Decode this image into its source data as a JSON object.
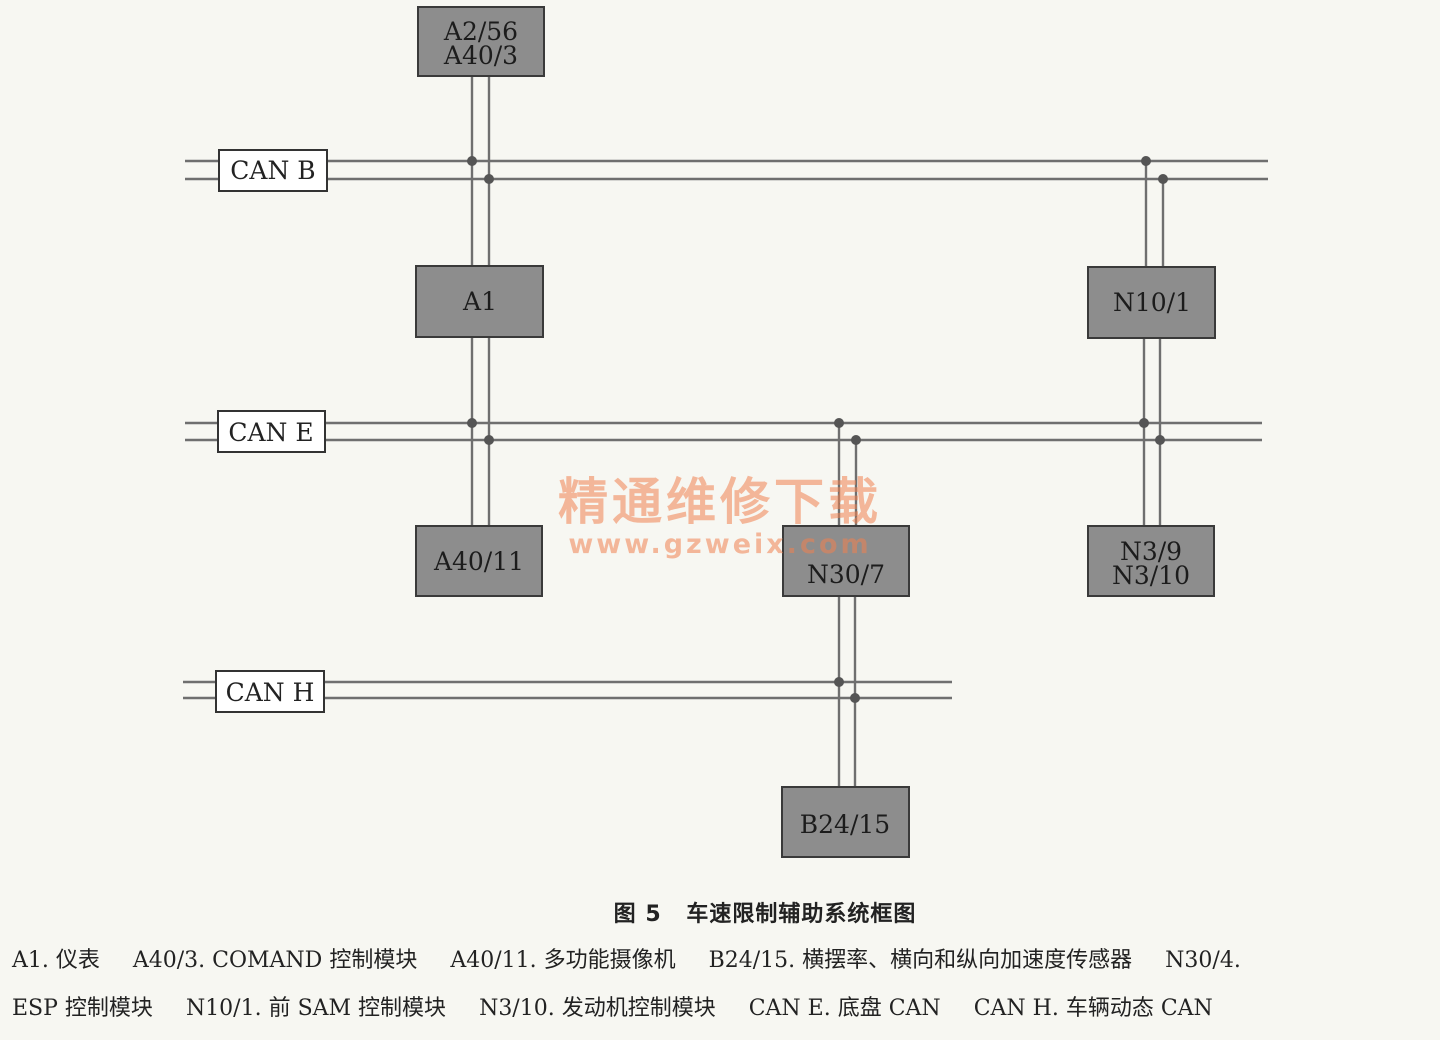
{
  "modules": [
    {
      "id": "a2-56",
      "lines": [
        "A2/56",
        "A40/3"
      ]
    },
    {
      "id": "a1",
      "lines": [
        "A1"
      ]
    },
    {
      "id": "n10-1",
      "lines": [
        "N10/1"
      ]
    },
    {
      "id": "a40-11",
      "lines": [
        "A40/11"
      ]
    },
    {
      "id": "n30-7",
      "lines": [
        "N30/7"
      ]
    },
    {
      "id": "n3-9",
      "lines": [
        "N3/9",
        "N3/10"
      ]
    },
    {
      "id": "b24-15",
      "lines": [
        "B24/15"
      ]
    }
  ],
  "buses": [
    {
      "id": "can-b",
      "label": "CAN B"
    },
    {
      "id": "can-e",
      "label": "CAN E"
    },
    {
      "id": "can-h",
      "label": "CAN H"
    }
  ],
  "watermark": {
    "title": "精通维修下载",
    "url": "www.gzweix.com"
  },
  "caption": {
    "number": "图 5",
    "title": "车速限制辅助系统框图"
  },
  "legend_line1": [
    "A1. 仪表",
    "A40/3. COMAND 控制模块",
    "A40/11. 多功能摄像机",
    "B24/15. 横摆率、横向和纵向加速度传感器",
    "N30/4."
  ],
  "legend_line2": [
    "ESP 控制模块",
    "N10/1. 前 SAM 控制模块",
    "N3/10. 发动机控制模块",
    "CAN E. 底盘 CAN",
    "CAN H. 车辆动态 CAN"
  ]
}
